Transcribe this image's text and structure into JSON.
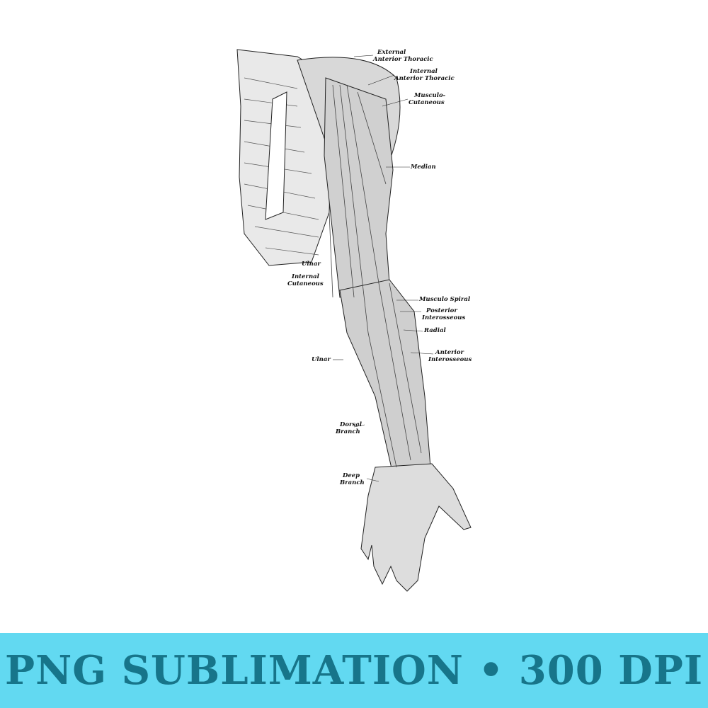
{
  "diagram": {
    "labels": [
      {
        "lines": [
          "External",
          "Anterior Thoracic"
        ]
      },
      {
        "lines": [
          "Internal",
          "Anterior Thoracic"
        ]
      },
      {
        "lines": [
          "Musculo-",
          "Cutaneous"
        ]
      },
      {
        "lines": [
          "Median"
        ]
      },
      {
        "lines": [
          "Ulnar"
        ]
      },
      {
        "lines": [
          "Internal",
          "Cutaneous"
        ]
      },
      {
        "lines": [
          "Musculo Spiral"
        ]
      },
      {
        "lines": [
          "Posterior",
          "Interosseous"
        ]
      },
      {
        "lines": [
          "Radial"
        ]
      },
      {
        "lines": [
          "Anterior",
          "Interosseous"
        ]
      },
      {
        "lines": [
          "Ulnar"
        ]
      },
      {
        "lines": [
          "Dorsal",
          "Branch"
        ]
      },
      {
        "lines": [
          "Deep",
          "Branch"
        ]
      }
    ]
  },
  "banner": {
    "text": "PNG SUBLIMATION • 300 DPI",
    "background": "#62d9f1",
    "text_color": "#17758a"
  }
}
